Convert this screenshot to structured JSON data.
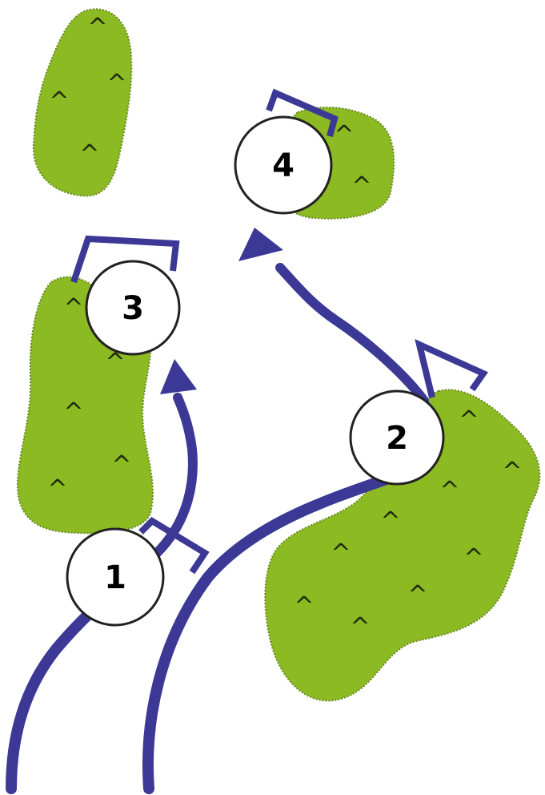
{
  "colors": {
    "vegetation_fill": "#8cba22",
    "vegetation_border": "#6a8a22",
    "route": "#3c3896",
    "marker_fill": "#ffffff",
    "marker_stroke": "#222222",
    "background": "#ffffff"
  },
  "vegetation_symbol": "^",
  "markers": [
    {
      "label": "1"
    },
    {
      "label": "2"
    },
    {
      "label": "3"
    },
    {
      "label": "4"
    }
  ]
}
